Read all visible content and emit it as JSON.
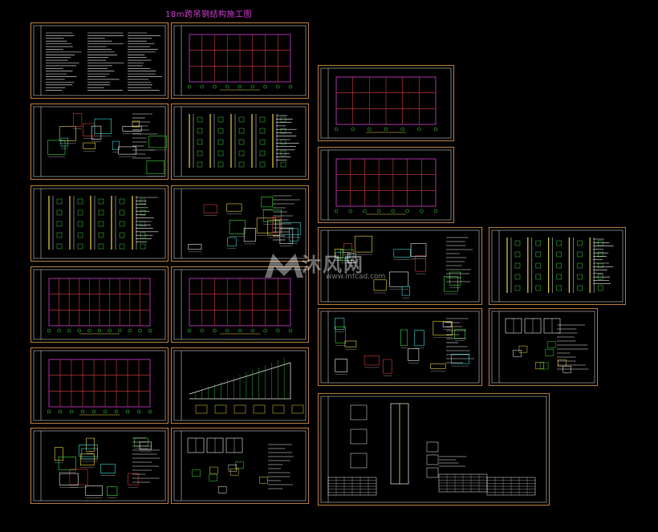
{
  "title": "18m跨吊钢结构施工图",
  "watermark": {
    "text": "沐风网",
    "url": "www.mfcad.com"
  },
  "colors": {
    "background": "#000000",
    "sheet_border": "#b57a3a",
    "title": "#d23ad2",
    "line_white": "#e8e8e8",
    "line_yellow": "#e6d23a",
    "line_red": "#d23a3a",
    "line_green": "#3ad23a",
    "line_cyan": "#3ad2d2",
    "line_magenta": "#d23ad2"
  },
  "sheets": [
    {
      "id": "s01",
      "kind": "notes"
    },
    {
      "id": "s02",
      "kind": "plan"
    },
    {
      "id": "s03",
      "kind": "details"
    },
    {
      "id": "s04",
      "kind": "column"
    },
    {
      "id": "s05",
      "kind": "elevation"
    },
    {
      "id": "s06",
      "kind": "details"
    },
    {
      "id": "s07",
      "kind": "grid-plan"
    },
    {
      "id": "s08",
      "kind": "roof-plan"
    },
    {
      "id": "s09",
      "kind": "grid-plan"
    },
    {
      "id": "s10",
      "kind": "truss"
    },
    {
      "id": "s11",
      "kind": "details"
    },
    {
      "id": "s12",
      "kind": "window-details"
    },
    {
      "id": "s13",
      "kind": "plan"
    },
    {
      "id": "s14",
      "kind": "plan"
    },
    {
      "id": "s15",
      "kind": "details"
    },
    {
      "id": "s16",
      "kind": "elevation"
    },
    {
      "id": "s17",
      "kind": "details"
    },
    {
      "id": "s18",
      "kind": "window-details"
    },
    {
      "id": "s19",
      "kind": "column-table"
    }
  ]
}
